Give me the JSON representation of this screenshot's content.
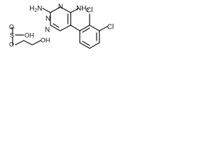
{
  "molecule": {
    "amine_left": "H",
    "amine_left_sub": "2",
    "amine_left_n": "N",
    "amine_right": "NH",
    "amine_right_sub": "2",
    "ring_n1": "N",
    "ring_n2": "N",
    "ring_n3": "N",
    "chloro_1": "Cl",
    "chloro_2": "Cl",
    "sulfonate_o_top": "O",
    "sulfonate_o_bottom": "O",
    "sulfonate_s": "S",
    "sulfonate_oh": "OH",
    "hydroxyl": "OH"
  }
}
